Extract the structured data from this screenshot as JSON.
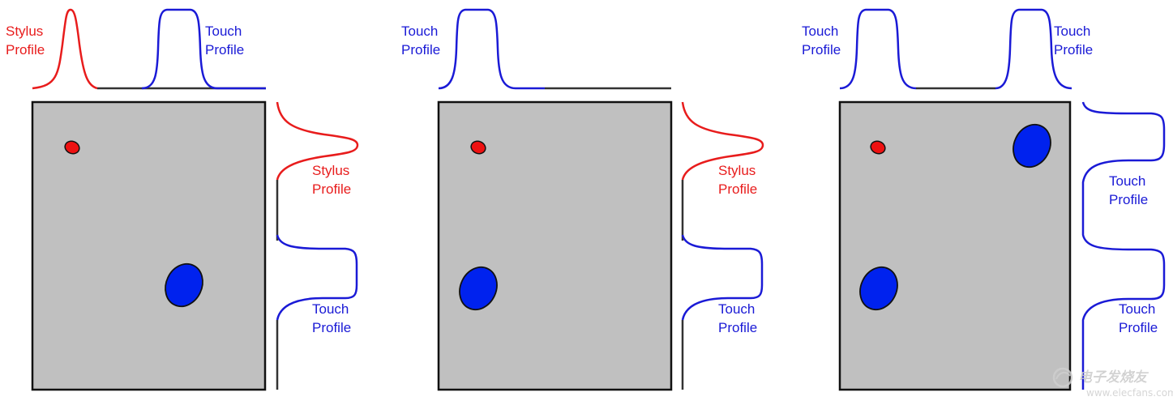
{
  "colors": {
    "stylus": "#e81c1c",
    "touch": "#1a1ad6",
    "panel_fill": "#c0c0c0",
    "stylus_dot": "#ee1111",
    "touch_blob": "#0022ee",
    "outline": "#111111"
  },
  "labels": {
    "stylus_line1": "Stylus",
    "touch_line1": "Touch",
    "profile_line2": "Profile"
  },
  "watermark": {
    "brand": "电子发烧友",
    "url": "www.elecfans.com",
    "icon": "elecfans-logo-icon"
  }
}
